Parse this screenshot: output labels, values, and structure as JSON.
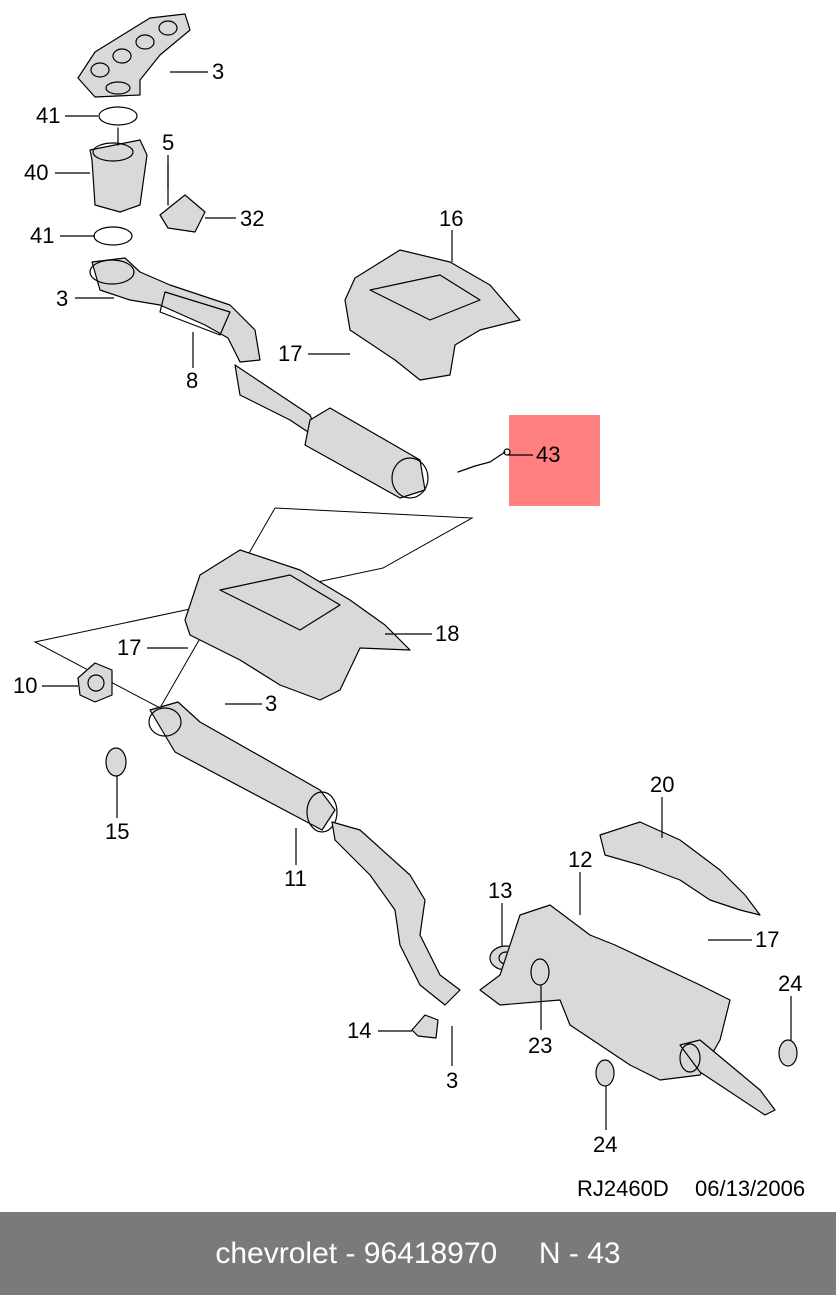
{
  "diagram": {
    "callouts": [
      "3",
      "41",
      "40",
      "5",
      "32",
      "41",
      "3",
      "8",
      "16",
      "17",
      "43",
      "17",
      "18",
      "10",
      "3",
      "15",
      "11",
      "20",
      "12",
      "13",
      "17",
      "24",
      "14",
      "23",
      "3",
      "24"
    ],
    "highlight_color": "#ff8080",
    "caption_code": "RJ2460D",
    "caption_date": "06/13/2006"
  },
  "footer": {
    "text": "chevrolet - 96418970     N - 43",
    "background": "#7a7a7a"
  }
}
